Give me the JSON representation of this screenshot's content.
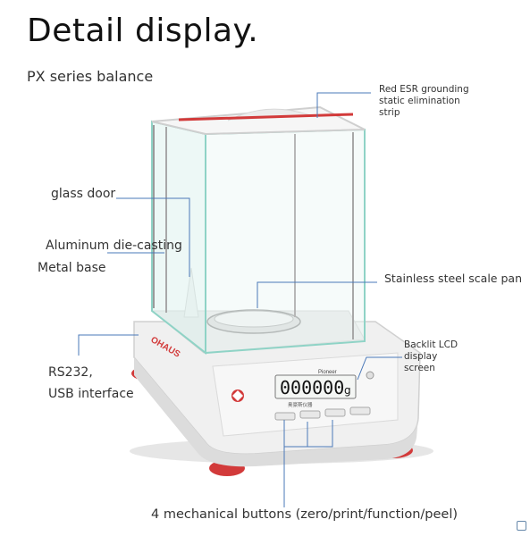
{
  "title": "Detail display.",
  "subtitle": "PX series balance",
  "callouts": {
    "esr": [
      "Red ESR grounding",
      "static elimination",
      "strip"
    ],
    "glass_door": "glass door",
    "aluminum": "Aluminum die-casting",
    "metal_base": "Metal base",
    "pan": "Stainless steel scale pan",
    "lcd": [
      "Backlit LCD",
      "display",
      "screen"
    ],
    "rs232": "RS232,",
    "usb": "USB interface",
    "buttons": "4 mechanical buttons (zero/print/function/peel)"
  },
  "device": {
    "brand": "OHAUS",
    "model": "Pioneer",
    "display_value": "000000",
    "display_unit": "g",
    "chinese_label": "奥豪斯仪器"
  },
  "colors": {
    "accent_red": "#d23a3a",
    "glass": "#bfe6df",
    "body": "#efefef"
  }
}
